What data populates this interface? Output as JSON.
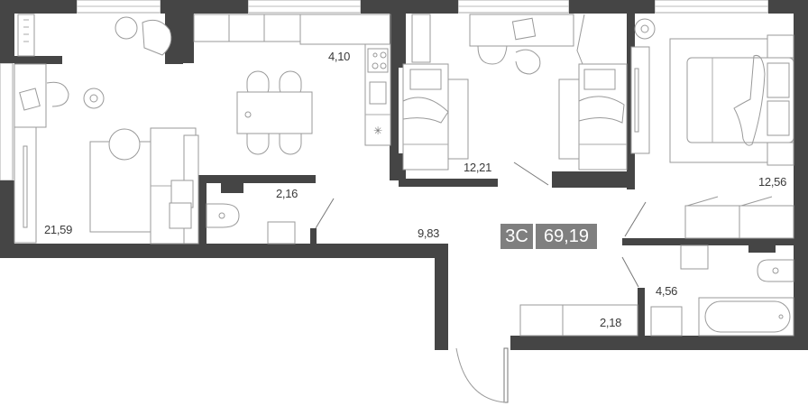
{
  "plan": {
    "type_badge": "3С",
    "total_area": "69,19",
    "colors": {
      "wall": "#454545",
      "badge": "#7f7f7f",
      "line": "#9a9a9a"
    }
  },
  "rooms": [
    {
      "id": "living",
      "label": "21,59"
    },
    {
      "id": "kitchen",
      "label": "4,10"
    },
    {
      "id": "kids_bedroom",
      "label": "12,21"
    },
    {
      "id": "master_bedroom",
      "label": "12,56"
    },
    {
      "id": "wc",
      "label": "2,16"
    },
    {
      "id": "hall",
      "label": "9,83"
    },
    {
      "id": "storage",
      "label": "2,18"
    },
    {
      "id": "bathroom",
      "label": "4,56"
    }
  ]
}
